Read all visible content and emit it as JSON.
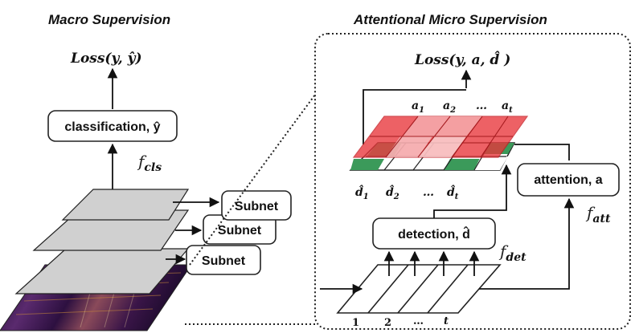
{
  "macro": {
    "heading": "Macro Supervision",
    "loss": "Loss(y, ŷ)",
    "classifier_label": "classification, ŷ",
    "f_cls": "f",
    "f_cls_sub": "cls",
    "subnets": [
      "Subnet",
      "Subnet",
      "Subnet"
    ]
  },
  "micro": {
    "heading": "Attentional Micro Supervision",
    "loss": "Loss(y, a, d̂ )",
    "attention_label": "attention, a",
    "f_att": "f",
    "f_att_sub": "att",
    "detection_label": "detection, d̂",
    "f_det": "f",
    "f_det_sub": "det",
    "a_labels": [
      "a",
      "a",
      "…",
      "a"
    ],
    "a_subs": [
      "1",
      "2",
      "",
      "t"
    ],
    "d_labels": [
      "d̂",
      "d̂",
      "…",
      "d̂"
    ],
    "d_subs": [
      "1",
      "2",
      "",
      "t"
    ],
    "segment_labels": [
      "1",
      "2",
      "…",
      "t"
    ]
  },
  "colors": {
    "attention_red": "#e8363a",
    "detection_green": "#3b9a5a",
    "spectrogram_dark": "#2a0f3c",
    "spectrogram_light": "#c98a3a"
  }
}
